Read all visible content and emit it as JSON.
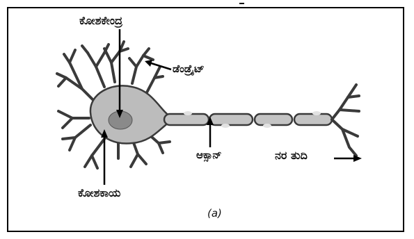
{
  "labels": {
    "nucleus": "ಕೋಶಕೇಂದ್ರ",
    "dendrite": "ಡೆಂಡ್ರೈಟ್",
    "axon": "ಆಕ್ಸಾನ್",
    "nerve_ending": "ನರ ತುದಿ",
    "cell_body": "ಕೋಶಕಾಯ"
  },
  "caption": "(a)",
  "colors": {
    "cell_body": "#bcbcbc",
    "nucleus": "#8a8a8a",
    "axon": "#c4c4c4",
    "outline": "#3a3a3a",
    "node_highlight": "#e2e2e2"
  }
}
